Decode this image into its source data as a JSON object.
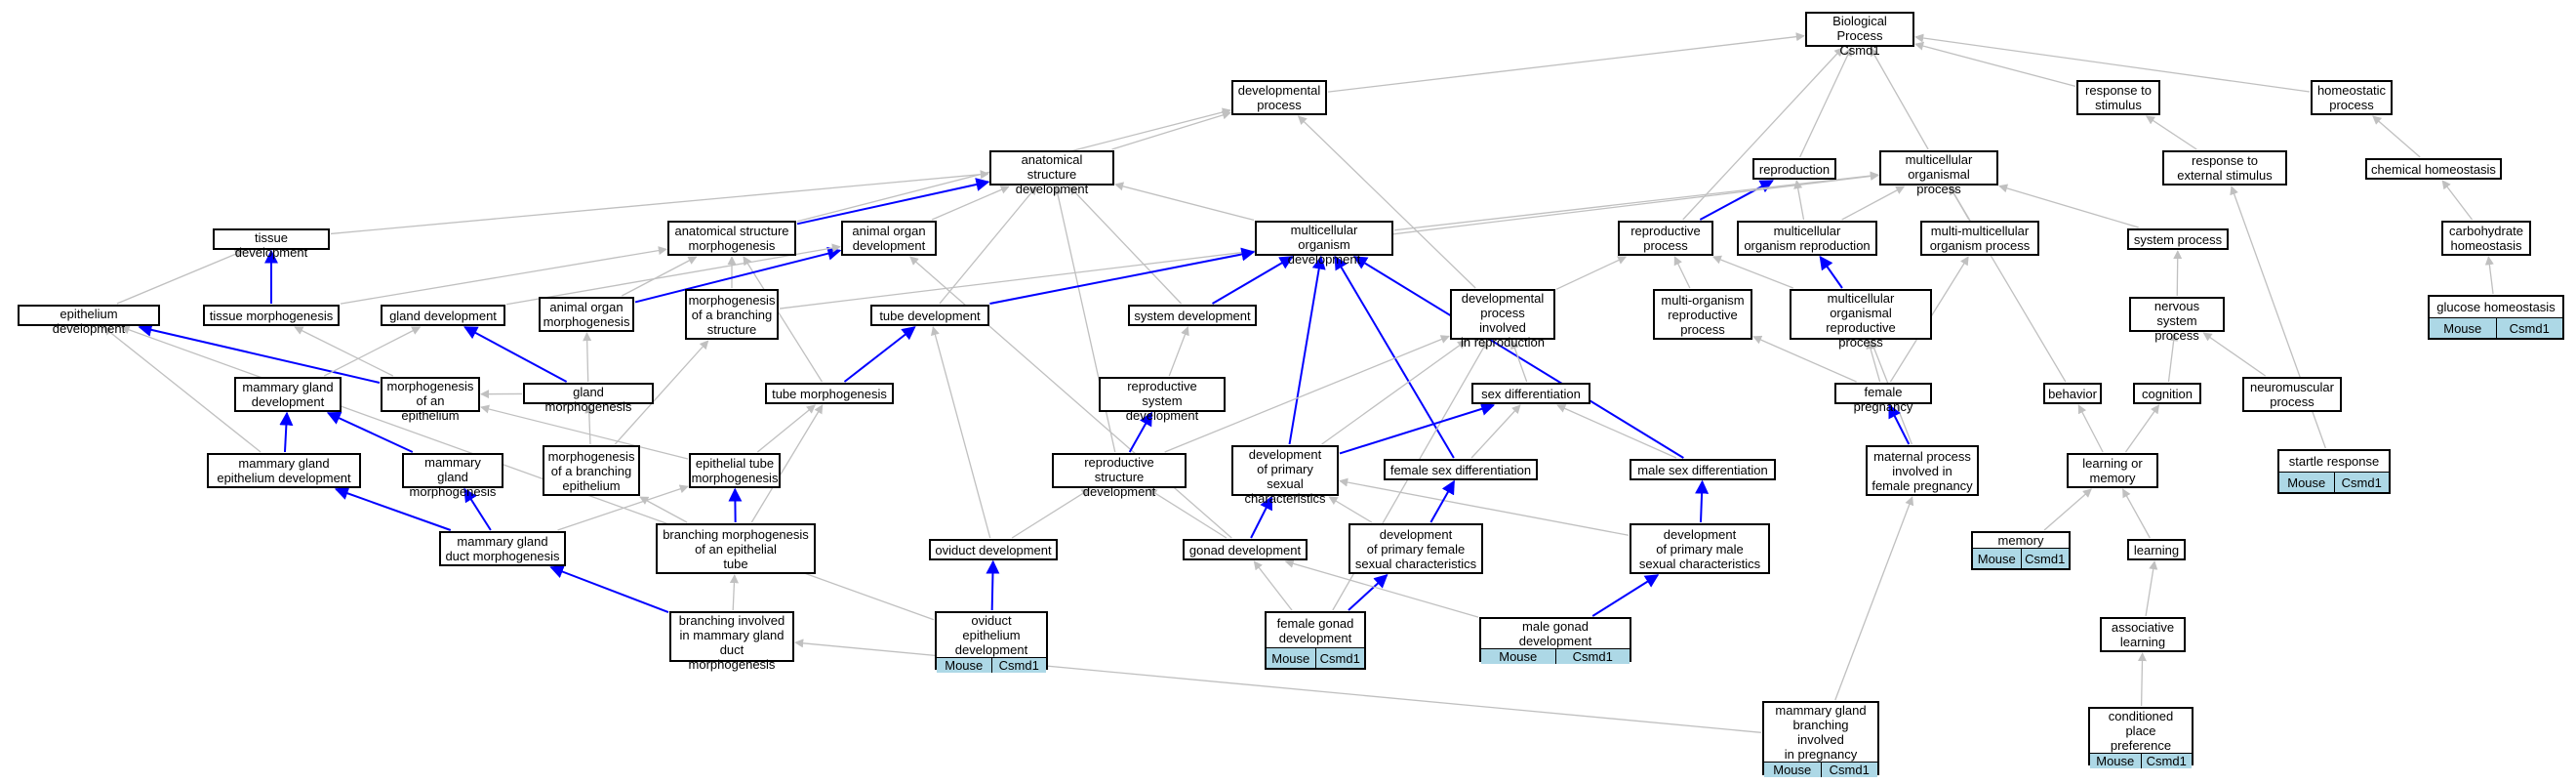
{
  "graph": {
    "nodes": [
      {
        "id": "bp",
        "label": "Biological Process\nCsmd1"
      },
      {
        "id": "devproc",
        "label": "developmental\nprocess"
      },
      {
        "id": "resp_stim",
        "label": "response to\nstimulus"
      },
      {
        "id": "homeo",
        "label": "homeostatic\nprocess"
      },
      {
        "id": "anat_dev",
        "label": "anatomical structure\ndevelopment"
      },
      {
        "id": "repro",
        "label": "reproduction"
      },
      {
        "id": "mcop",
        "label": "multicellular\norganismal process"
      },
      {
        "id": "resp_ext",
        "label": "response to\nexternal stimulus"
      },
      {
        "id": "chem_homeo",
        "label": "chemical homeostasis"
      },
      {
        "id": "tissue_dev",
        "label": "tissue development"
      },
      {
        "id": "anat_morph",
        "label": "anatomical structure\nmorphogenesis"
      },
      {
        "id": "animal_organ_dev",
        "label": "animal organ\ndevelopment"
      },
      {
        "id": "mc_org_dev",
        "label": "multicellular\norganism development"
      },
      {
        "id": "repro_proc",
        "label": "reproductive\nprocess"
      },
      {
        "id": "mc_org_repro",
        "label": "multicellular\norganism reproduction"
      },
      {
        "id": "mmop",
        "label": "multi-multicellular\norganism process"
      },
      {
        "id": "sys_proc",
        "label": "system process"
      },
      {
        "id": "carb_homeo",
        "label": "carbohydrate\nhomeostasis"
      },
      {
        "id": "epi_dev",
        "label": "epithelium development"
      },
      {
        "id": "tissue_morph",
        "label": "tissue morphogenesis"
      },
      {
        "id": "gland_dev",
        "label": "gland development"
      },
      {
        "id": "animal_organ_morph",
        "label": "animal organ\nmorphogenesis"
      },
      {
        "id": "morph_branch_struct",
        "label": "morphogenesis\nof a branching\nstructure"
      },
      {
        "id": "tube_dev",
        "label": "tube development"
      },
      {
        "id": "sys_dev",
        "label": "system development"
      },
      {
        "id": "dev_repro",
        "label": "developmental\nprocess involved\nin reproduction"
      },
      {
        "id": "multi_org_repro",
        "label": "multi-organism\nreproductive\nprocess"
      },
      {
        "id": "mc_org_repro_proc",
        "label": "multicellular\norganismal reproductive\nprocess"
      },
      {
        "id": "nerv_sys",
        "label": "nervous system\nprocess"
      },
      {
        "id": "glucose_homeo",
        "label": "glucose homeostasis",
        "annotation": [
          "Mouse",
          "Csmd1"
        ]
      },
      {
        "id": "mam_gland_dev",
        "label": "mammary gland\ndevelopment"
      },
      {
        "id": "morph_epi",
        "label": "morphogenesis\nof an epithelium"
      },
      {
        "id": "gland_morph",
        "label": "gland morphogenesis"
      },
      {
        "id": "tube_morph",
        "label": "tube morphogenesis"
      },
      {
        "id": "repro_sys_dev",
        "label": "reproductive\nsystem development"
      },
      {
        "id": "sex_diff",
        "label": "sex differentiation"
      },
      {
        "id": "female_preg",
        "label": "female pregnancy"
      },
      {
        "id": "behavior",
        "label": "behavior"
      },
      {
        "id": "cognition",
        "label": "cognition"
      },
      {
        "id": "neuromusc",
        "label": "neuromuscular\nprocess"
      },
      {
        "id": "mam_epi_dev",
        "label": "mammary gland\nepithelium development"
      },
      {
        "id": "mam_gland_morph",
        "label": "mammary gland\nmorphogenesis"
      },
      {
        "id": "morph_branch_epi",
        "label": "morphogenesis\nof a branching\nepithelium"
      },
      {
        "id": "epi_tube_morph",
        "label": "epithelial tube\nmorphogenesis"
      },
      {
        "id": "repro_struct_dev",
        "label": "reproductive\nstructure development"
      },
      {
        "id": "dev_primary_sex",
        "label": "development\nof primary sexual\ncharacteristics"
      },
      {
        "id": "female_sex_diff",
        "label": "female sex differentiation"
      },
      {
        "id": "male_sex_diff",
        "label": "male sex differentiation"
      },
      {
        "id": "maternal_proc",
        "label": "maternal process\ninvolved in\nfemale pregnancy"
      },
      {
        "id": "learn_mem",
        "label": "learning or\nmemory"
      },
      {
        "id": "startle",
        "label": "startle response",
        "annotation": [
          "Mouse",
          "Csmd1"
        ]
      },
      {
        "id": "mam_duct_morph",
        "label": "mammary gland\nduct morphogenesis"
      },
      {
        "id": "branch_morph_epi_tube",
        "label": "branching morphogenesis\nof an epithelial\ntube"
      },
      {
        "id": "oviduct_dev",
        "label": "oviduct development"
      },
      {
        "id": "gonad_dev",
        "label": "gonad development"
      },
      {
        "id": "dev_primary_female",
        "label": "development\nof primary female\nsexual characteristics"
      },
      {
        "id": "dev_primary_male",
        "label": "development\nof primary male\nsexual characteristics"
      },
      {
        "id": "memory",
        "label": "memory",
        "annotation": [
          "Mouse",
          "Csmd1"
        ]
      },
      {
        "id": "learning",
        "label": "learning"
      },
      {
        "id": "branch_mam_duct",
        "label": "branching involved\nin mammary gland\nduct morphogenesis"
      },
      {
        "id": "oviduct_epi_dev",
        "label": "oviduct epithelium\ndevelopment",
        "annotation": [
          "Mouse",
          "Csmd1"
        ]
      },
      {
        "id": "female_gonad_dev",
        "label": "female gonad\ndevelopment",
        "annotation": [
          "Mouse",
          "Csmd1"
        ]
      },
      {
        "id": "male_gonad_dev",
        "label": "male gonad development",
        "annotation": [
          "Mouse",
          "Csmd1"
        ]
      },
      {
        "id": "assoc_learning",
        "label": "associative\nlearning"
      },
      {
        "id": "mam_branch_preg",
        "label": "mammary gland\nbranching involved\nin pregnancy",
        "annotation": [
          "Mouse",
          "Csmd1"
        ]
      },
      {
        "id": "cond_place_pref",
        "label": "conditioned\nplace preference",
        "annotation": [
          "Mouse",
          "Csmd1"
        ]
      }
    ],
    "edges": [
      {
        "from": "devproc",
        "to": "bp",
        "type": "is_a"
      },
      {
        "from": "resp_stim",
        "to": "bp",
        "type": "is_a"
      },
      {
        "from": "homeo",
        "to": "bp",
        "type": "is_a"
      },
      {
        "from": "repro",
        "to": "bp",
        "type": "is_a"
      },
      {
        "from": "mcop",
        "to": "bp",
        "type": "is_a"
      },
      {
        "from": "repro_proc",
        "to": "bp",
        "type": "is_a"
      },
      {
        "from": "anat_dev",
        "to": "devproc",
        "type": "is_a"
      },
      {
        "from": "dev_repro",
        "to": "devproc",
        "type": "is_a"
      },
      {
        "from": "anat_morph",
        "to": "devproc",
        "type": "is_a"
      },
      {
        "from": "resp_ext",
        "to": "resp_stim",
        "type": "is_a"
      },
      {
        "from": "chem_homeo",
        "to": "homeo",
        "type": "is_a"
      },
      {
        "from": "carb_homeo",
        "to": "chem_homeo",
        "type": "is_a"
      },
      {
        "from": "glucose_homeo",
        "to": "carb_homeo",
        "type": "is_a"
      },
      {
        "from": "tissue_dev",
        "to": "anat_dev",
        "type": "is_a"
      },
      {
        "from": "anat_morph",
        "to": "anat_dev",
        "type": "part_of"
      },
      {
        "from": "animal_organ_dev",
        "to": "anat_dev",
        "type": "is_a"
      },
      {
        "from": "mc_org_dev",
        "to": "anat_dev",
        "type": "is_a"
      },
      {
        "from": "tube_dev",
        "to": "anat_dev",
        "type": "is_a"
      },
      {
        "from": "sys_dev",
        "to": "anat_dev",
        "type": "is_a"
      },
      {
        "from": "repro_struct_dev",
        "to": "anat_dev",
        "type": "is_a"
      },
      {
        "from": "mc_org_repro",
        "to": "repro",
        "type": "is_a"
      },
      {
        "from": "repro_proc",
        "to": "repro",
        "type": "part_of"
      },
      {
        "from": "mc_org_repro",
        "to": "mcop",
        "type": "is_a"
      },
      {
        "from": "mmop",
        "to": "mcop",
        "type": "is_a"
      },
      {
        "from": "sys_proc",
        "to": "mcop",
        "type": "is_a"
      },
      {
        "from": "mc_org_dev",
        "to": "mcop",
        "type": "is_a"
      },
      {
        "from": "behavior",
        "to": "mcop",
        "type": "is_a"
      },
      {
        "from": "morph_branch_struct",
        "to": "mcop",
        "type": "is_a"
      },
      {
        "from": "startle",
        "to": "resp_ext",
        "type": "is_a"
      },
      {
        "from": "tissue_morph",
        "to": "tissue_dev",
        "type": "part_of"
      },
      {
        "from": "epi_dev",
        "to": "tissue_dev",
        "type": "is_a"
      },
      {
        "from": "tissue_morph",
        "to": "anat_morph",
        "type": "is_a"
      },
      {
        "from": "animal_organ_morph",
        "to": "anat_morph",
        "type": "is_a"
      },
      {
        "from": "morph_branch_struct",
        "to": "anat_morph",
        "type": "is_a"
      },
      {
        "from": "tube_morph",
        "to": "anat_morph",
        "type": "is_a"
      },
      {
        "from": "animal_organ_morph",
        "to": "animal_organ_dev",
        "type": "part_of"
      },
      {
        "from": "gland_dev",
        "to": "animal_organ_dev",
        "type": "is_a"
      },
      {
        "from": "gonad_dev",
        "to": "animal_organ_dev",
        "type": "is_a"
      },
      {
        "from": "tube_dev",
        "to": "mc_org_dev",
        "type": "part_of"
      },
      {
        "from": "sys_dev",
        "to": "mc_org_dev",
        "type": "part_of"
      },
      {
        "from": "dev_primary_sex",
        "to": "mc_org_dev",
        "type": "part_of"
      },
      {
        "from": "female_sex_diff",
        "to": "mc_org_dev",
        "type": "part_of"
      },
      {
        "from": "male_sex_diff",
        "to": "mc_org_dev",
        "type": "part_of"
      },
      {
        "from": "dev_repro",
        "to": "repro_proc",
        "type": "is_a"
      },
      {
        "from": "multi_org_repro",
        "to": "repro_proc",
        "type": "is_a"
      },
      {
        "from": "mc_org_repro_proc",
        "to": "repro_proc",
        "type": "is_a"
      },
      {
        "from": "mc_org_repro_proc",
        "to": "mc_org_repro",
        "type": "part_of"
      },
      {
        "from": "female_preg",
        "to": "mmop",
        "type": "is_a"
      },
      {
        "from": "nerv_sys",
        "to": "sys_proc",
        "type": "is_a"
      },
      {
        "from": "morph_epi",
        "to": "epi_dev",
        "type": "part_of"
      },
      {
        "from": "mam_epi_dev",
        "to": "epi_dev",
        "type": "is_a"
      },
      {
        "from": "oviduct_epi_dev",
        "to": "epi_dev",
        "type": "is_a"
      },
      {
        "from": "morph_epi",
        "to": "tissue_morph",
        "type": "is_a"
      },
      {
        "from": "gland_morph",
        "to": "gland_dev",
        "type": "part_of"
      },
      {
        "from": "mam_gland_dev",
        "to": "gland_dev",
        "type": "is_a"
      },
      {
        "from": "gland_morph",
        "to": "animal_organ_morph",
        "type": "is_a"
      },
      {
        "from": "morph_branch_epi",
        "to": "morph_branch_struct",
        "type": "is_a"
      },
      {
        "from": "tube_morph",
        "to": "tube_dev",
        "type": "part_of"
      },
      {
        "from": "oviduct_dev",
        "to": "tube_dev",
        "type": "is_a"
      },
      {
        "from": "repro_sys_dev",
        "to": "sys_dev",
        "type": "is_a"
      },
      {
        "from": "sex_diff",
        "to": "dev_repro",
        "type": "is_a"
      },
      {
        "from": "repro_struct_dev",
        "to": "dev_repro",
        "type": "is_a"
      },
      {
        "from": "dev_primary_sex",
        "to": "dev_repro",
        "type": "is_a"
      },
      {
        "from": "female_gonad_dev",
        "to": "dev_repro",
        "type": "is_a"
      },
      {
        "from": "female_preg",
        "to": "multi_org_repro",
        "type": "is_a"
      },
      {
        "from": "maternal_proc",
        "to": "mc_org_repro_proc",
        "type": "is_a"
      },
      {
        "from": "female_preg",
        "to": "mc_org_repro_proc",
        "type": "is_a"
      },
      {
        "from": "neuromusc",
        "to": "nerv_sys",
        "type": "is_a"
      },
      {
        "from": "cognition",
        "to": "nerv_sys",
        "type": "is_a"
      },
      {
        "from": "mam_epi_dev",
        "to": "mam_gland_dev",
        "type": "part_of"
      },
      {
        "from": "mam_gland_morph",
        "to": "mam_gland_dev",
        "type": "part_of"
      },
      {
        "from": "gland_morph",
        "to": "morph_epi",
        "type": "is_a"
      },
      {
        "from": "epi_tube_morph",
        "to": "morph_epi",
        "type": "is_a"
      },
      {
        "from": "epi_tube_morph",
        "to": "tube_morph",
        "type": "is_a"
      },
      {
        "from": "branch_morph_epi_tube",
        "to": "tube_morph",
        "type": "is_a"
      },
      {
        "from": "repro_struct_dev",
        "to": "repro_sys_dev",
        "type": "part_of"
      },
      {
        "from": "dev_primary_sex",
        "to": "sex_diff",
        "type": "part_of"
      },
      {
        "from": "female_sex_diff",
        "to": "sex_diff",
        "type": "is_a"
      },
      {
        "from": "male_sex_diff",
        "to": "sex_diff",
        "type": "is_a"
      },
      {
        "from": "maternal_proc",
        "to": "female_preg",
        "type": "part_of"
      },
      {
        "from": "mam_branch_preg",
        "to": "maternal_proc",
        "type": "is_a"
      },
      {
        "from": "learn_mem",
        "to": "cognition",
        "type": "is_a"
      },
      {
        "from": "learn_mem",
        "to": "behavior",
        "type": "is_a"
      },
      {
        "from": "mam_duct_morph",
        "to": "mam_epi_dev",
        "type": "part_of"
      },
      {
        "from": "mam_duct_morph",
        "to": "mam_gland_morph",
        "type": "part_of"
      },
      {
        "from": "mam_duct_morph",
        "to": "epi_tube_morph",
        "type": "is_a"
      },
      {
        "from": "morph_branch_epi",
        "to": "gland_morph",
        "type": "is_a"
      },
      {
        "from": "branch_morph_epi_tube",
        "to": "epi_tube_morph",
        "type": "part_of"
      },
      {
        "from": "branch_morph_epi_tube",
        "to": "morph_branch_epi",
        "type": "is_a"
      },
      {
        "from": "oviduct_dev",
        "to": "repro_struct_dev",
        "type": "is_a"
      },
      {
        "from": "gonad_dev",
        "to": "repro_struct_dev",
        "type": "is_a"
      },
      {
        "from": "gonad_dev",
        "to": "dev_primary_sex",
        "type": "part_of"
      },
      {
        "from": "dev_primary_female",
        "to": "dev_primary_sex",
        "type": "is_a"
      },
      {
        "from": "dev_primary_male",
        "to": "dev_primary_sex",
        "type": "is_a"
      },
      {
        "from": "dev_primary_female",
        "to": "female_sex_diff",
        "type": "part_of"
      },
      {
        "from": "dev_primary_male",
        "to": "male_sex_diff",
        "type": "part_of"
      },
      {
        "from": "memory",
        "to": "learn_mem",
        "type": "is_a"
      },
      {
        "from": "learning",
        "to": "learn_mem",
        "type": "is_a"
      },
      {
        "from": "branch_mam_duct",
        "to": "mam_duct_morph",
        "type": "part_of"
      },
      {
        "from": "branch_mam_duct",
        "to": "branch_morph_epi_tube",
        "type": "is_a"
      },
      {
        "from": "oviduct_epi_dev",
        "to": "oviduct_dev",
        "type": "part_of"
      },
      {
        "from": "female_gonad_dev",
        "to": "gonad_dev",
        "type": "is_a"
      },
      {
        "from": "female_gonad_dev",
        "to": "dev_primary_female",
        "type": "part_of"
      },
      {
        "from": "male_gonad_dev",
        "to": "gonad_dev",
        "type": "is_a"
      },
      {
        "from": "male_gonad_dev",
        "to": "dev_primary_male",
        "type": "part_of"
      },
      {
        "from": "assoc_learning",
        "to": "learning",
        "type": "is_a"
      },
      {
        "from": "cond_place_pref",
        "to": "assoc_learning",
        "type": "is_a"
      },
      {
        "from": "mam_branch_preg",
        "to": "branch_mam_duct",
        "type": "is_a"
      }
    ]
  },
  "colors": {
    "is_a_edge": "#c0c0c0",
    "part_of_edge": "#0000ff",
    "annotation_fill": "#add8e6",
    "node_border": "#000000"
  }
}
